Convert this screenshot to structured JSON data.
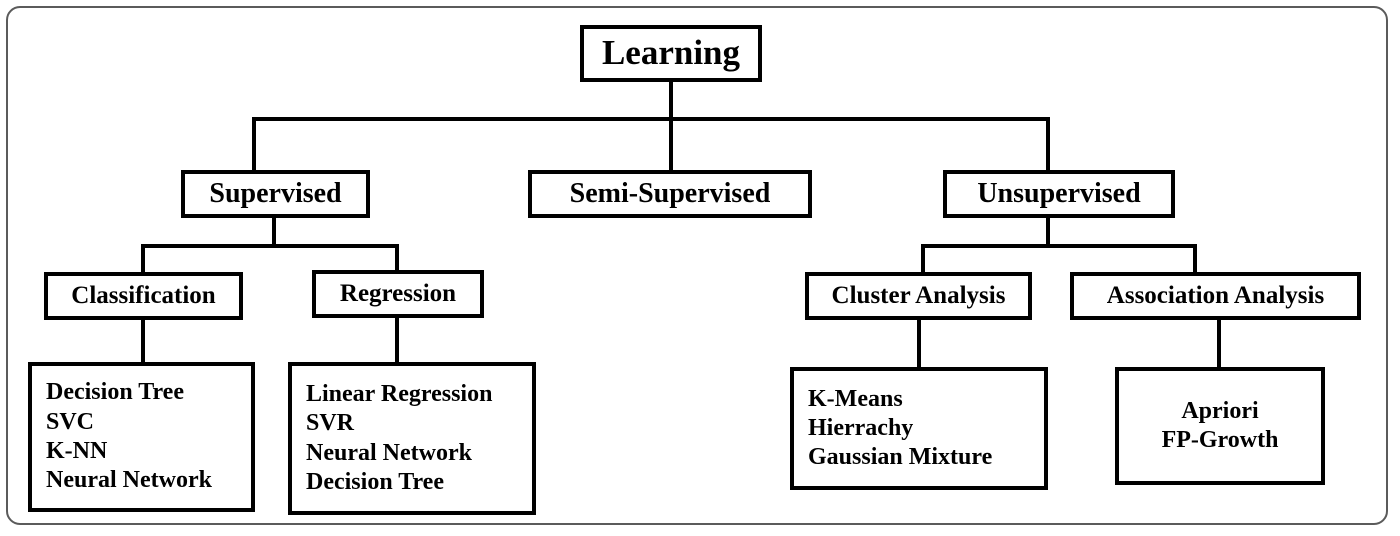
{
  "diagram": {
    "title_node": "Learning",
    "root": {
      "label": "Learning"
    },
    "level2": [
      {
        "label": "Supervised"
      },
      {
        "label": "Semi-Supervised"
      },
      {
        "label": "Unsupervised"
      }
    ],
    "level3": [
      {
        "label": "Classification"
      },
      {
        "label": "Regression"
      },
      {
        "label": "Cluster Analysis"
      },
      {
        "label": "Association Analysis"
      }
    ],
    "leaves": {
      "classification": [
        "Decision Tree",
        "SVC",
        "K-NN",
        "Neural Network"
      ],
      "regression": [
        "Linear Regression",
        "SVR",
        "Neural Network",
        "Decision Tree"
      ],
      "cluster_analysis": [
        "K-Means",
        "Hierrachy",
        "Gaussian Mixture"
      ],
      "association_analysis": [
        "Apriori",
        "FP-Growth"
      ]
    },
    "colors": {
      "node_border": "#000000",
      "node_fill": "#ffffff",
      "text": "#000000",
      "connector": "#000000",
      "frame_border": "#5b5b5b",
      "background": "#ffffff"
    }
  }
}
